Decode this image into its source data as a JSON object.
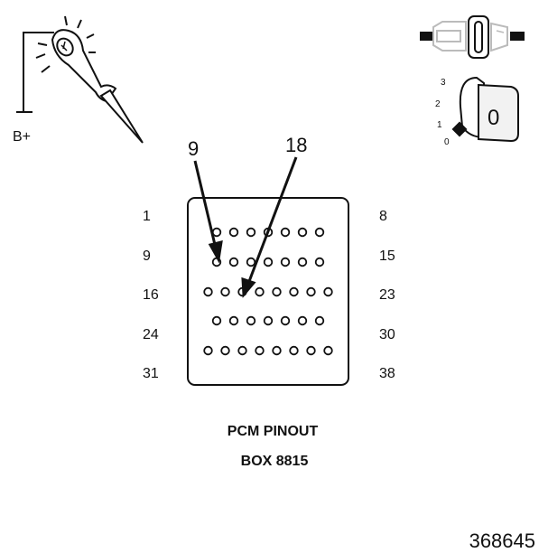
{
  "test_light": {
    "label": "B+"
  },
  "callouts": {
    "left": "9",
    "right": "18"
  },
  "connector": {
    "left_labels": [
      "1",
      "9",
      "16",
      "24",
      "31"
    ],
    "right_labels": [
      "8",
      "15",
      "23",
      "30",
      "38"
    ],
    "row_pin_counts": [
      7,
      7,
      8,
      7,
      8
    ]
  },
  "ignition": {
    "positions": [
      "3",
      "2",
      "1",
      "0"
    ],
    "key_position": "0"
  },
  "caption": {
    "line1": "PCM PINOUT",
    "line2": "BOX 8815"
  },
  "figure_number": "368645",
  "colors": {
    "ink": "#111111",
    "background": "#ffffff",
    "key_fill": "#f2f2f2"
  }
}
